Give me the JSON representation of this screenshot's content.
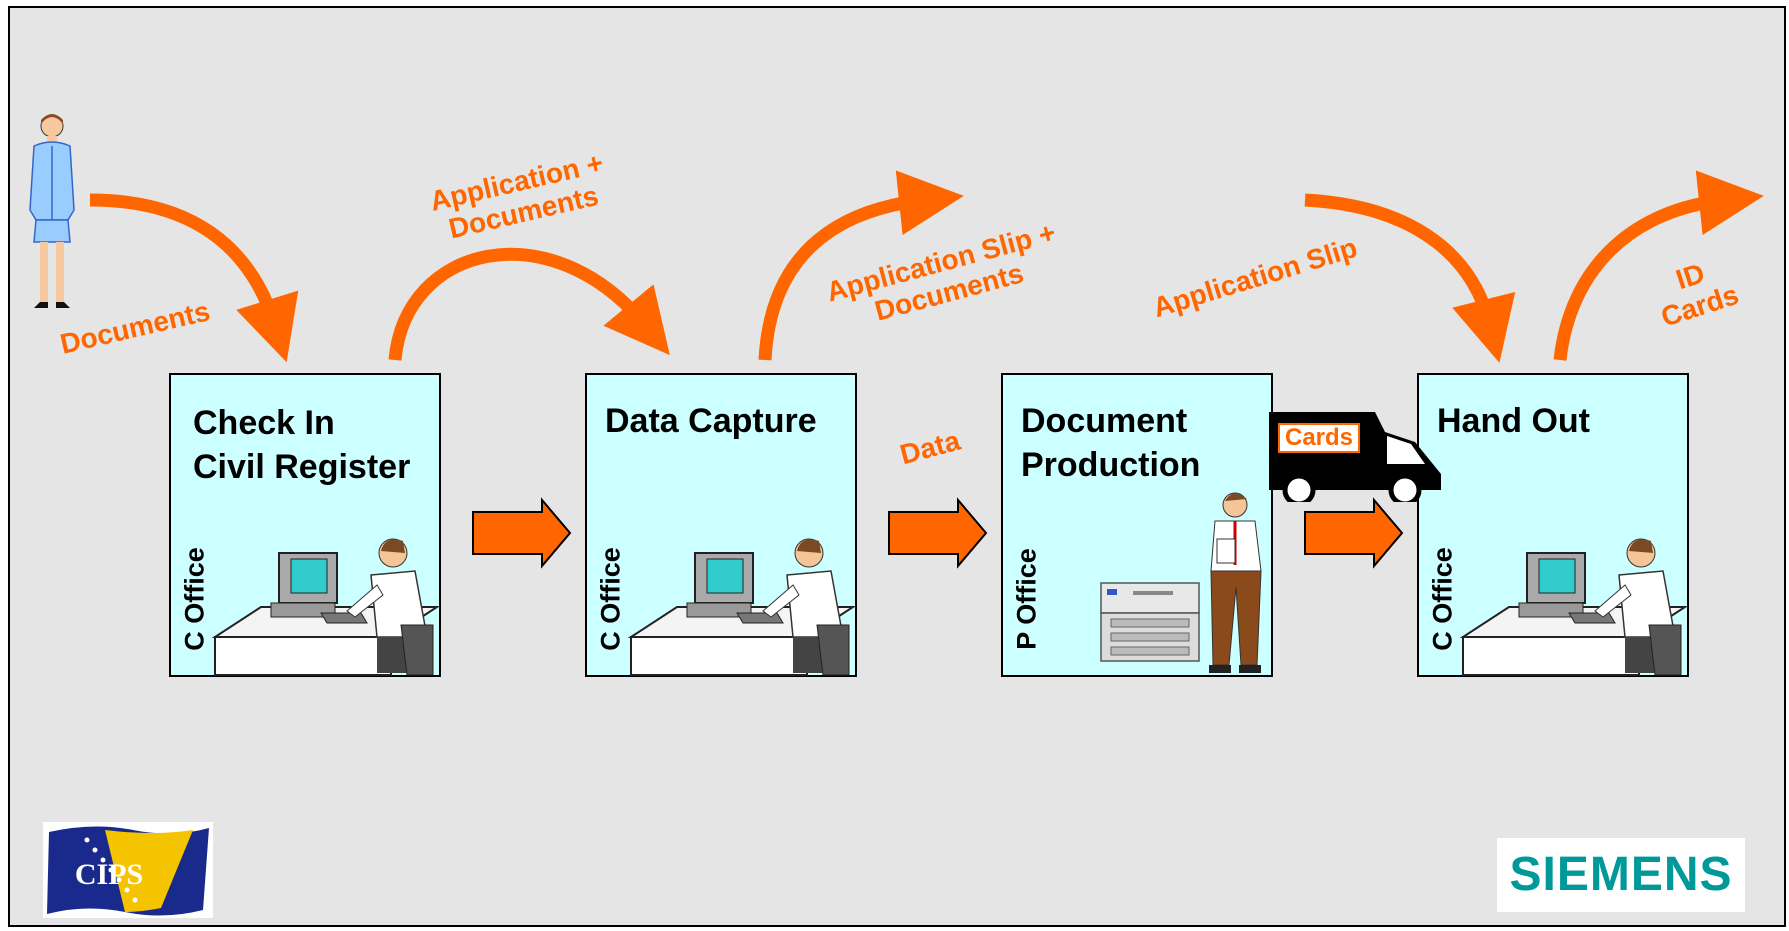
{
  "diagram": {
    "stations": [
      {
        "title": "Check In\nCivil Register",
        "office": "C Office"
      },
      {
        "title": "Data Capture",
        "office": "C Office"
      },
      {
        "title": "Document\nProduction",
        "office": "P Office"
      },
      {
        "title": "Hand Out",
        "office": "C Office"
      }
    ],
    "flow_labels": {
      "documents": "Documents",
      "application_documents": "Application +\nDocuments",
      "application_slip_documents": "Application Slip +\nDocuments",
      "application_slip": "Application Slip",
      "id_cards": "ID\nCards",
      "data": "Data",
      "cards": "Cards"
    },
    "logos": {
      "left": "CIPS",
      "right": "SIEMENS"
    },
    "colors": {
      "arrow": "#ff6600",
      "station_fill": "#ccffff",
      "background": "#e5e5e5",
      "siemens": "#009999"
    },
    "icons": [
      "woman-icon",
      "workstation-operator-icon",
      "printer-icon",
      "worker-with-paper-icon",
      "delivery-van-icon",
      "flag-icon"
    ]
  }
}
